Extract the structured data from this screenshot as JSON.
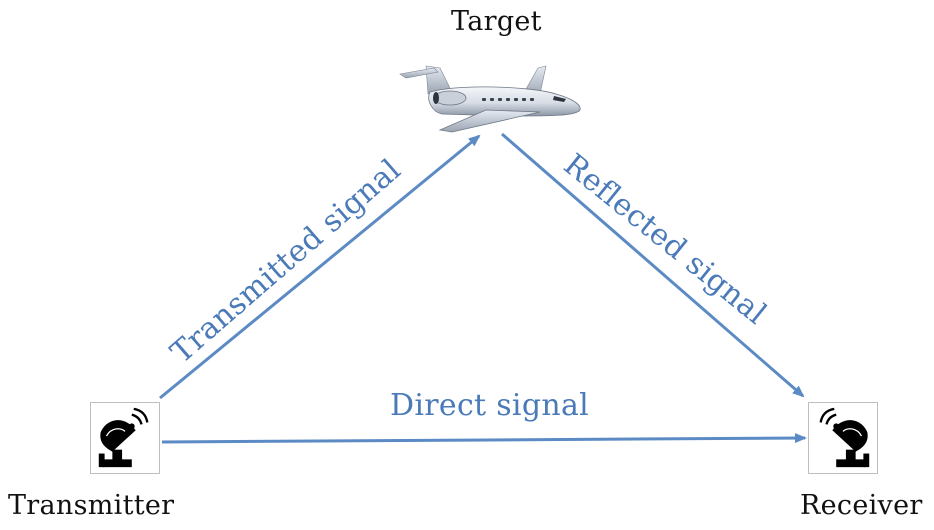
{
  "nodes": {
    "target": {
      "label": "Target",
      "icon": "airplane-icon"
    },
    "transmitter": {
      "label": "Transmitter",
      "icon": "satellite-dish-icon"
    },
    "receiver": {
      "label": "Receiver",
      "icon": "satellite-dish-icon"
    }
  },
  "edges": {
    "transmitted": {
      "label": "Transmitted signal",
      "from": "Transmitter",
      "to": "Target"
    },
    "reflected": {
      "label": "Reflected signal",
      "from": "Target",
      "to": "Receiver"
    },
    "direct": {
      "label": "Direct signal",
      "from": "Transmitter",
      "to": "Receiver"
    }
  },
  "colors": {
    "arrow": "#5b8ac4",
    "edge_text": "#4a7ab8",
    "node_text": "#111111"
  }
}
